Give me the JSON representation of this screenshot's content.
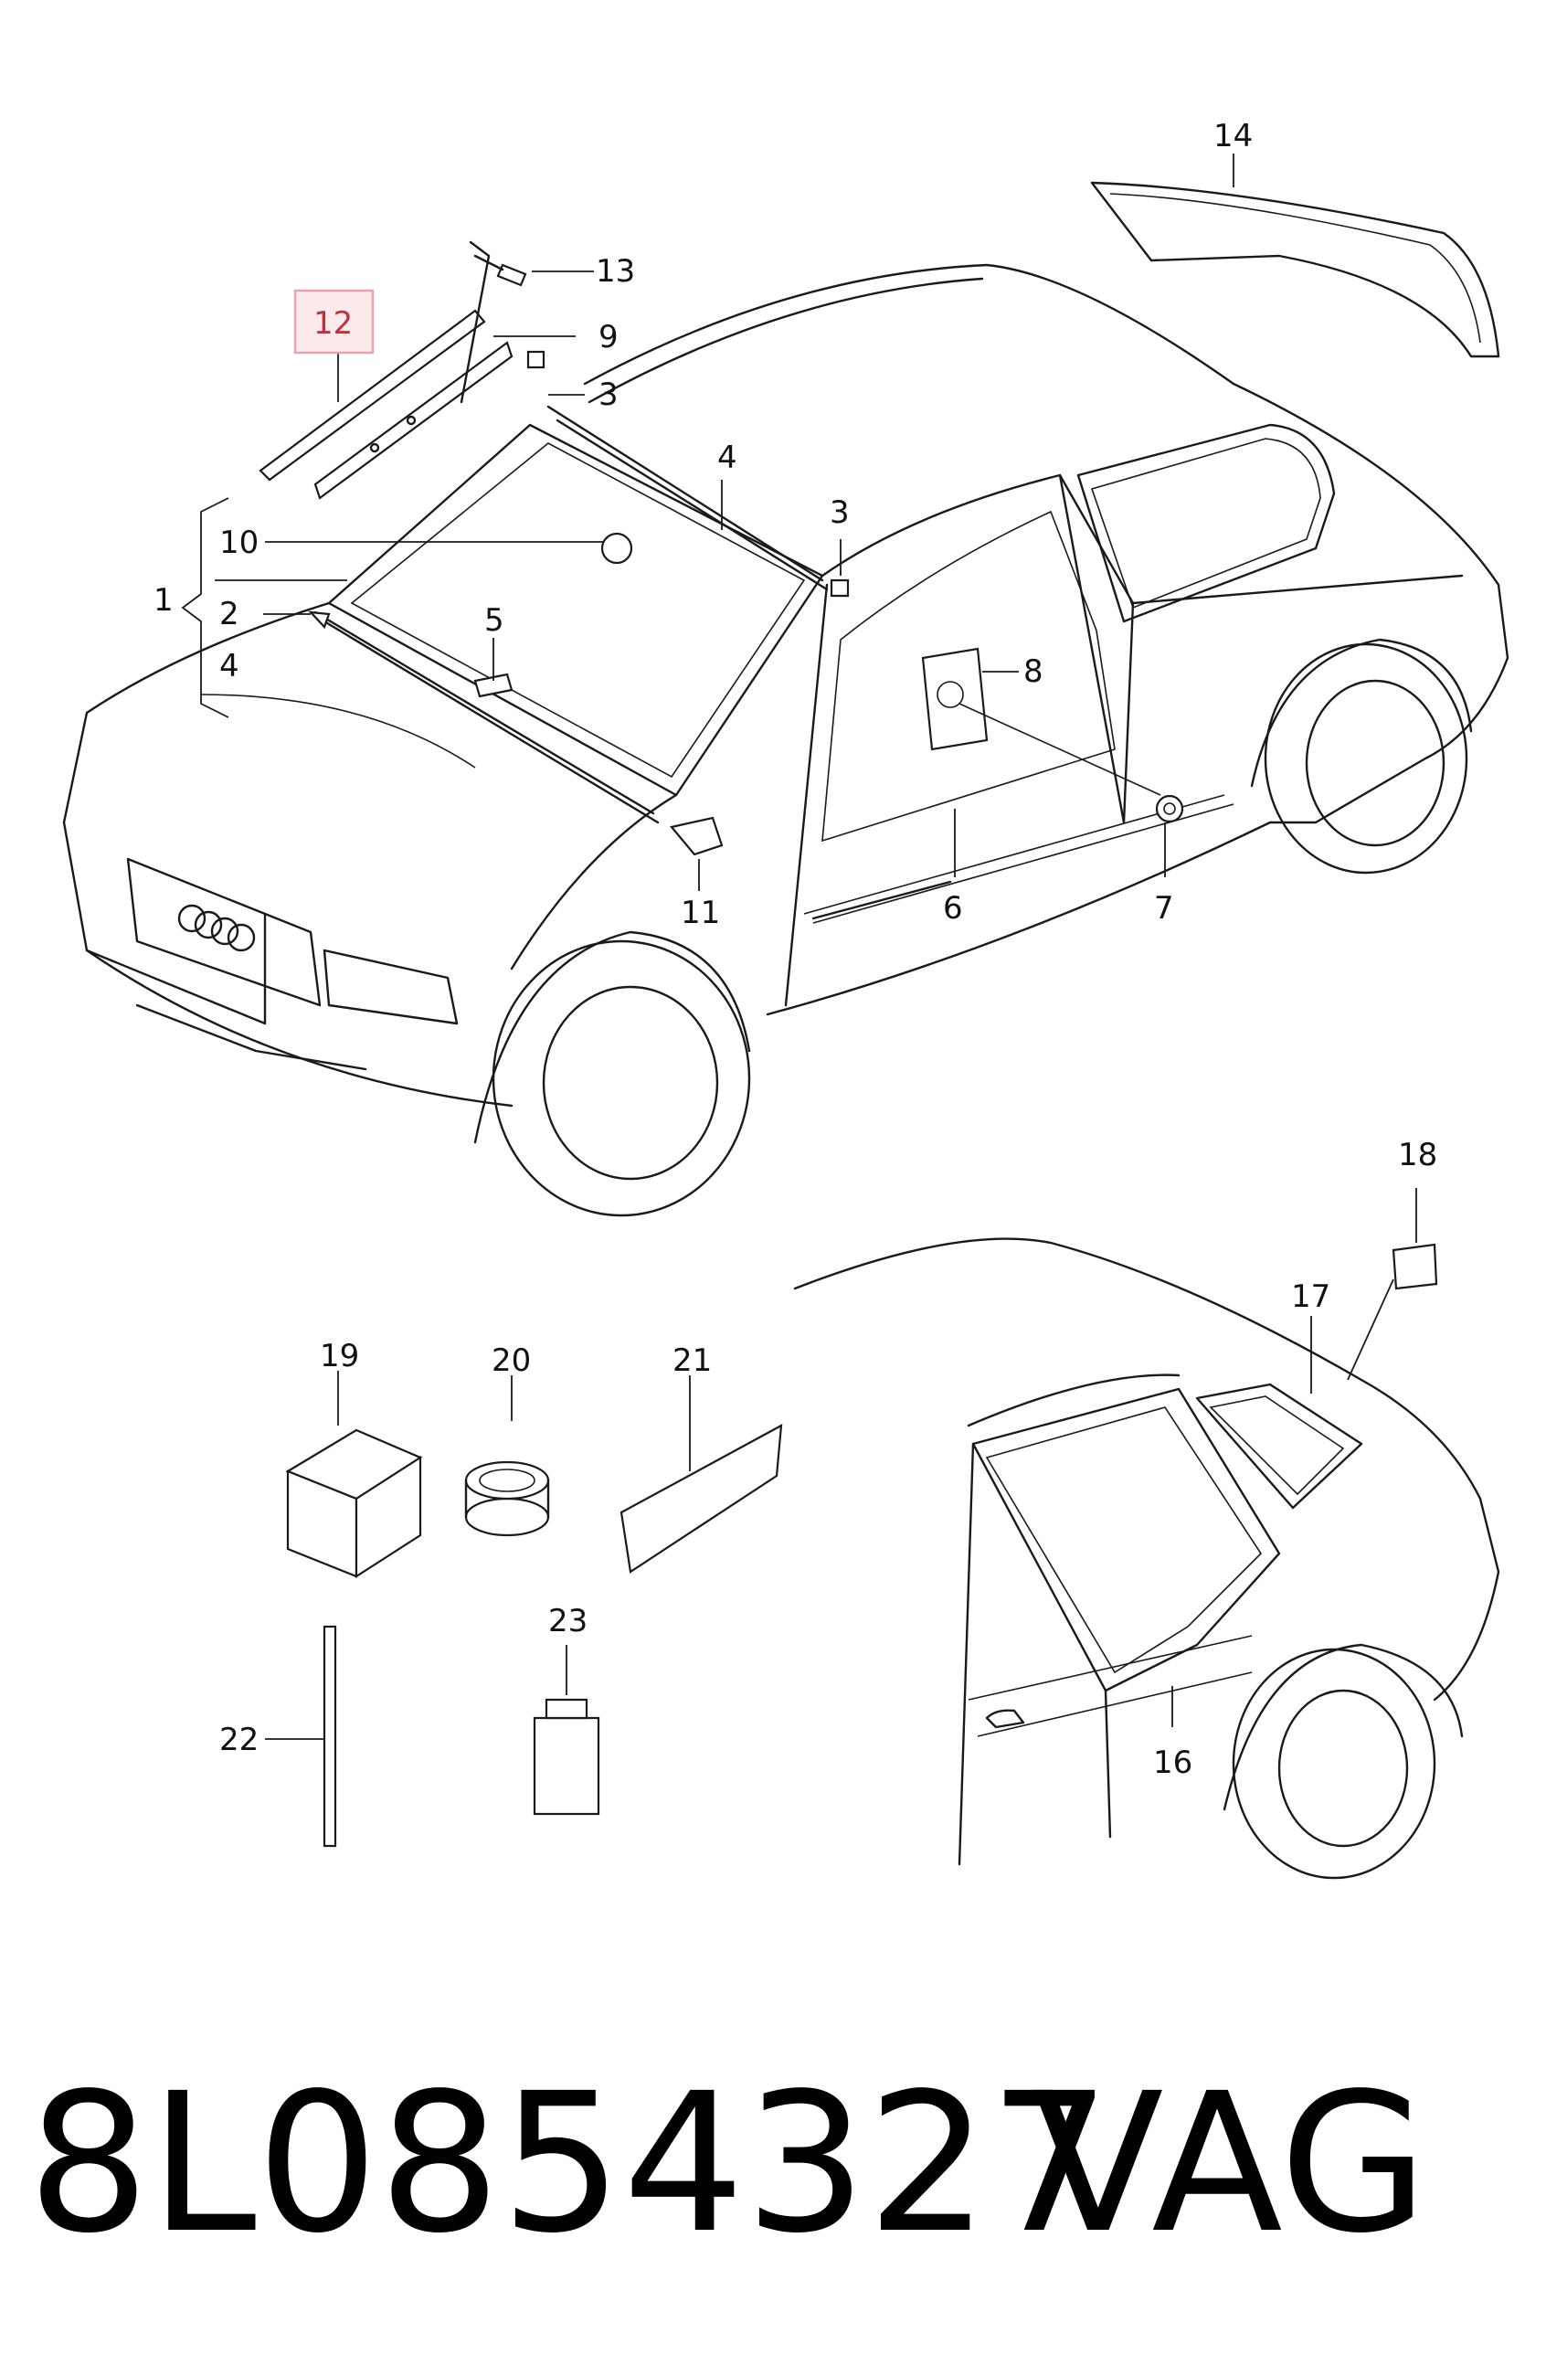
{
  "highlighted_part": "12",
  "callouts": [
    {
      "id": "1",
      "label": "1"
    },
    {
      "id": "2",
      "label": "2"
    },
    {
      "id": "3a",
      "label": "3"
    },
    {
      "id": "3b",
      "label": "3"
    },
    {
      "id": "4a",
      "label": "4"
    },
    {
      "id": "4b",
      "label": "4"
    },
    {
      "id": "5",
      "label": "5"
    },
    {
      "id": "6",
      "label": "6"
    },
    {
      "id": "7",
      "label": "7"
    },
    {
      "id": "8",
      "label": "8"
    },
    {
      "id": "9",
      "label": "9"
    },
    {
      "id": "10",
      "label": "10"
    },
    {
      "id": "11",
      "label": "11"
    },
    {
      "id": "12",
      "label": "12"
    },
    {
      "id": "13",
      "label": "13"
    },
    {
      "id": "14",
      "label": "14"
    },
    {
      "id": "16",
      "label": "16"
    },
    {
      "id": "17",
      "label": "17"
    },
    {
      "id": "18",
      "label": "18"
    },
    {
      "id": "19",
      "label": "19"
    },
    {
      "id": "20",
      "label": "20"
    },
    {
      "id": "21",
      "label": "21"
    },
    {
      "id": "22",
      "label": "22"
    },
    {
      "id": "23",
      "label": "23"
    }
  ],
  "part_number": "8L0854327",
  "brand": "VAG",
  "colors": {
    "highlight_box": "#e8a3ab",
    "highlight_fill": "#fbe9eb",
    "ink": "#1a1a1a"
  }
}
